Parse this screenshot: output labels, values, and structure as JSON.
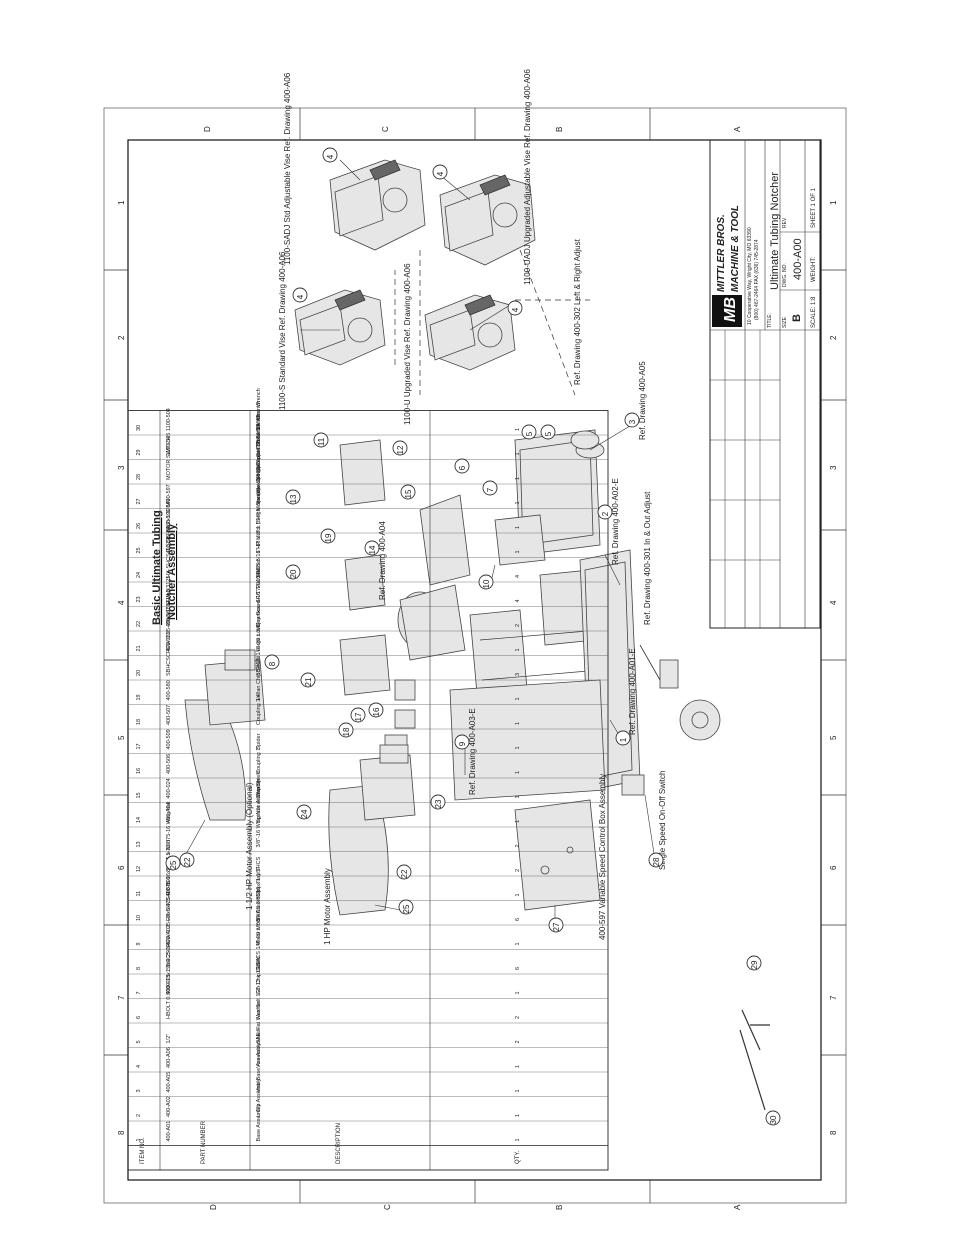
{
  "title": {
    "line1": "Basic Ultimate Tubing",
    "line2": "Notcher Assembly"
  },
  "border": {
    "letters": [
      "D",
      "C",
      "B",
      "A"
    ],
    "numbers": [
      "1",
      "2",
      "3",
      "4",
      "5",
      "6",
      "7",
      "8"
    ]
  },
  "bom": {
    "headers": [
      "ITEM NO.",
      "PART NUMBER",
      "DESCRIPTION",
      "QTY."
    ],
    "rows": [
      [
        "1",
        "400-A01",
        "Base Assembly",
        "1"
      ],
      [
        "2",
        "400-A02",
        "L-Gib Assembly",
        "1"
      ],
      [
        "3",
        "400-A05",
        "Vise Base Assembly",
        "1"
      ],
      [
        "4",
        "400-A06",
        "Vise Assemblies",
        "1"
      ],
      [
        "5",
        "1/2\"",
        "SAE Flat Washer",
        "2"
      ],
      [
        "6",
        "HBOLT 0.5000-13x1.5x1.25-N",
        "Hex Bolt 1/2\"-13 x 1 1/2\"",
        "2"
      ],
      [
        "7",
        "400-025",
        "Gib Chip Guard",
        "1"
      ],
      [
        "8",
        "SBHCSCREW 0.25-20x0.875-HX-N",
        "SBHCS 1/4\"-20 x 7/8\"",
        "6"
      ],
      [
        "9",
        "400-A03",
        "Motor Mount Assembly",
        "1"
      ],
      [
        "10",
        "HX-SHCS 0.375-16x1.5x1.5-N",
        "SHCS 3/8\"-16 x 1 1/2\"",
        "6"
      ],
      [
        "11",
        "400-100",
        "Chip Tray",
        "1"
      ],
      [
        "12",
        "3/8-16 x 2.00",
        "SHCS",
        "2"
      ],
      [
        "13",
        "0.375-16 Wing Nut",
        "3/8\"-16 Wing Nut w/ Washer",
        "2"
      ],
      [
        "14",
        "400-A04",
        "Spindle Assembly",
        "1"
      ],
      [
        "15",
        "400-024",
        "Chip Shield",
        "1"
      ],
      [
        "16",
        "400-506",
        "Coupling 1\"",
        "1"
      ],
      [
        "17",
        "400-509",
        "Spider",
        "1"
      ],
      [
        "18",
        "400-507",
        "Coupling 3/4\"",
        "1"
      ],
      [
        "19",
        "400-580",
        "Lexan Chip Shield",
        "1"
      ],
      [
        "20",
        "SBHCSCREW 0.25-20x0.375-HX-N",
        "SBHCS 1/4\"-20 x 3/8\"",
        "3"
      ],
      [
        "21",
        "400-035",
        "Large Lovejoy Guard",
        "1"
      ],
      [
        "22",
        "400-591-G",
        "Gearbox -- P/172010 B1",
        "2"
      ],
      [
        "23",
        "FW 0.3125",
        "5/16\" Flat Washer",
        "4"
      ],
      [
        "24",
        "HX-SHCS 0.3125-18x2x1.375-N",
        "SHCS 5/16\"-18 x 2\"",
        "4"
      ],
      [
        "25",
        "400-597-M",
        "1 HP Motor (Single Speed) -- 1/60/58",
        "1"
      ],
      [
        "26",
        "400-591-M",
        "1.5 HP Motor (Variable Speed) -- 1/3/50/50",
        "1"
      ],
      [
        "27",
        "400-597",
        "Variable Speed Control Box",
        "1"
      ],
      [
        "28",
        "MOTOR SWITCH",
        "Single Speed Motor Switch",
        "1"
      ],
      [
        "29",
        "1100-505",
        "1/4\" T-Handle Allen Wrench",
        "1"
      ],
      [
        "30",
        "1100-504",
        "3/4\" Wrench",
        "1"
      ]
    ]
  },
  "callouts": {
    "motor_opt": "1 1/2 HP  Motor Assembly (Optional)",
    "motor": "1 HP Motor Assembly",
    "control_box": "400-597 Variable Speed Control Box Assembly",
    "switch": "Single Speed On-Off Switch",
    "ref_a03": "Ref. Drawing 400-A03-E",
    "ref_a01": "Ref. Drawing 400-A01-E",
    "ref_301": "Ref. Drawing 400-301 In & Out Adjust",
    "ref_a02": "Ref. Drawing 400-A02-E",
    "ref_a04": "Ref. Drawing 400-A04",
    "ref_a05": "Ref. Drawing 400-A05",
    "ref_302": "Ref. Drawing 400-302 Left & Right Adjust",
    "vise_s": "1100-S Standard Vise Ref. Drawing 400-A06",
    "vise_u": "1100-U Upgraded Vise Ref. Drawing 400-A06",
    "vise_sadj": "1100-SADJ Std Adjustable Vise Ref. Drawing 400-A06",
    "vise_uadj": "1100-UADJ Upgraded Adjustable Vise Ref. Drawing 400-A06"
  },
  "balloons": [
    "1",
    "2",
    "3",
    "4",
    "5",
    "6",
    "7",
    "8",
    "9",
    "10",
    "11",
    "12",
    "13",
    "14",
    "15",
    "16",
    "17",
    "18",
    "19",
    "20",
    "21",
    "22",
    "23",
    "24",
    "25",
    "26",
    "27",
    "28",
    "29",
    "30"
  ],
  "title_block": {
    "company1": "MITTLER BROS.",
    "company2": "MACHINE & TOOL",
    "address": "10 Cooperative Way, Wright City, MO 63390",
    "phone": "(800) 467-2464  FAX (636) 745-2874",
    "title_label": "TITLE:",
    "title": "Ultimate Tubing Notcher",
    "size_label": "SIZE",
    "size": "B",
    "dwg_label": "DWG. NO.",
    "dwg": "400-A00",
    "rev_label": "REV",
    "scale": "SCALE: 1:8",
    "weight": "WEIGHT:",
    "sheet": "SHEET 1 OF 1",
    "logo_mark": "MB"
  }
}
